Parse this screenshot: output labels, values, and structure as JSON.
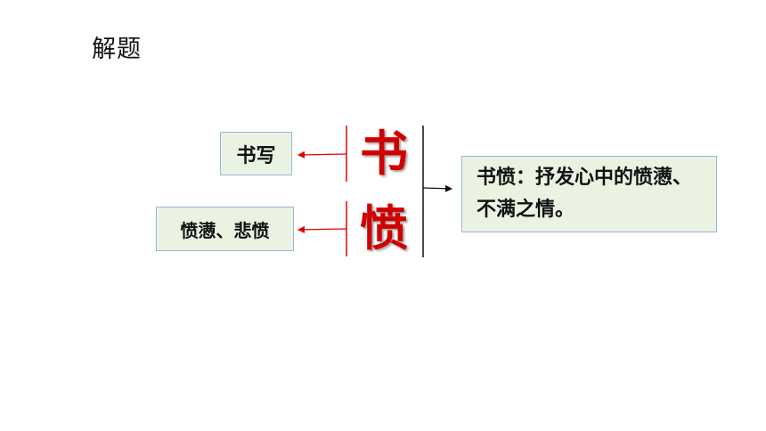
{
  "title": "解题",
  "diagram": {
    "characters": {
      "top": "书",
      "bottom": "愤"
    },
    "meanings": {
      "top": "书写",
      "bottom": "愤懑、悲愤"
    },
    "explanation": "书愤：抒发心中的愤懑、不满之情。"
  },
  "colors": {
    "character": "#d00000",
    "arrow_red": "#e00000",
    "box_fill": "#eaf3e1",
    "box_border": "#9db4d8"
  }
}
